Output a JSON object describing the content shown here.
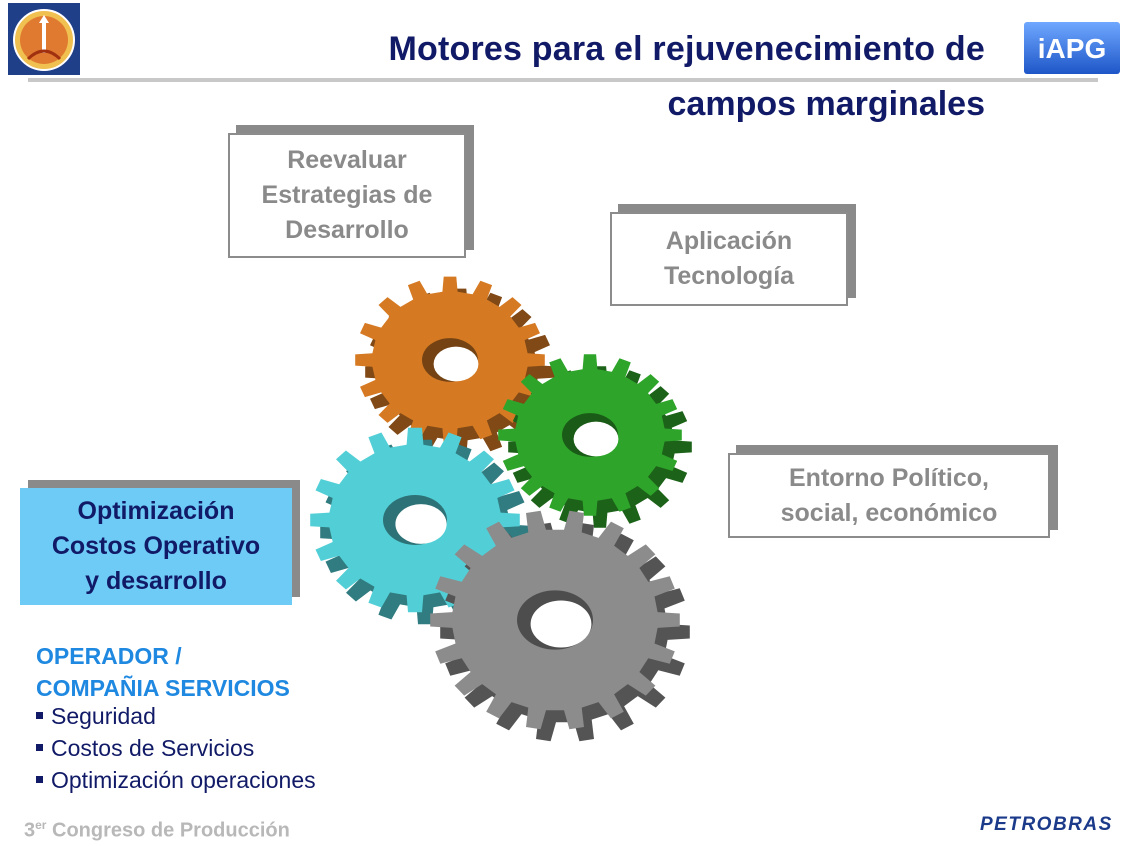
{
  "header": {
    "title_line1": "Motores para el rejuvenecimiento de",
    "title_line2": "campos marginales",
    "logo_left_icon": "congress-logo-icon",
    "logo_right_text": "iAPG"
  },
  "boxes": {
    "reevaluar": "Reevaluar\nEstrategias de\nDesarrollo",
    "aplicacion": "Aplicación\nTecnología",
    "entorno": "Entorno Político,\nsocial, económico",
    "optimizacion": "Optimización\nCostos Operativo\ny desarrollo"
  },
  "gears": {
    "colors": {
      "orange": "#d57a23",
      "green": "#2ea52a",
      "cyan": "#52cfd6",
      "gray": "#8c8c8c"
    }
  },
  "operator": {
    "heading": "OPERADOR /\nCOMPAÑIA SERVICIOS",
    "items": [
      "Seguridad",
      "Costos de Servicios",
      "Optimización operaciones"
    ]
  },
  "footer": {
    "ordinal": "3",
    "ordinal_suffix": "er",
    "congress": " Congreso de Producción",
    "brand": "PETROBRAS"
  }
}
